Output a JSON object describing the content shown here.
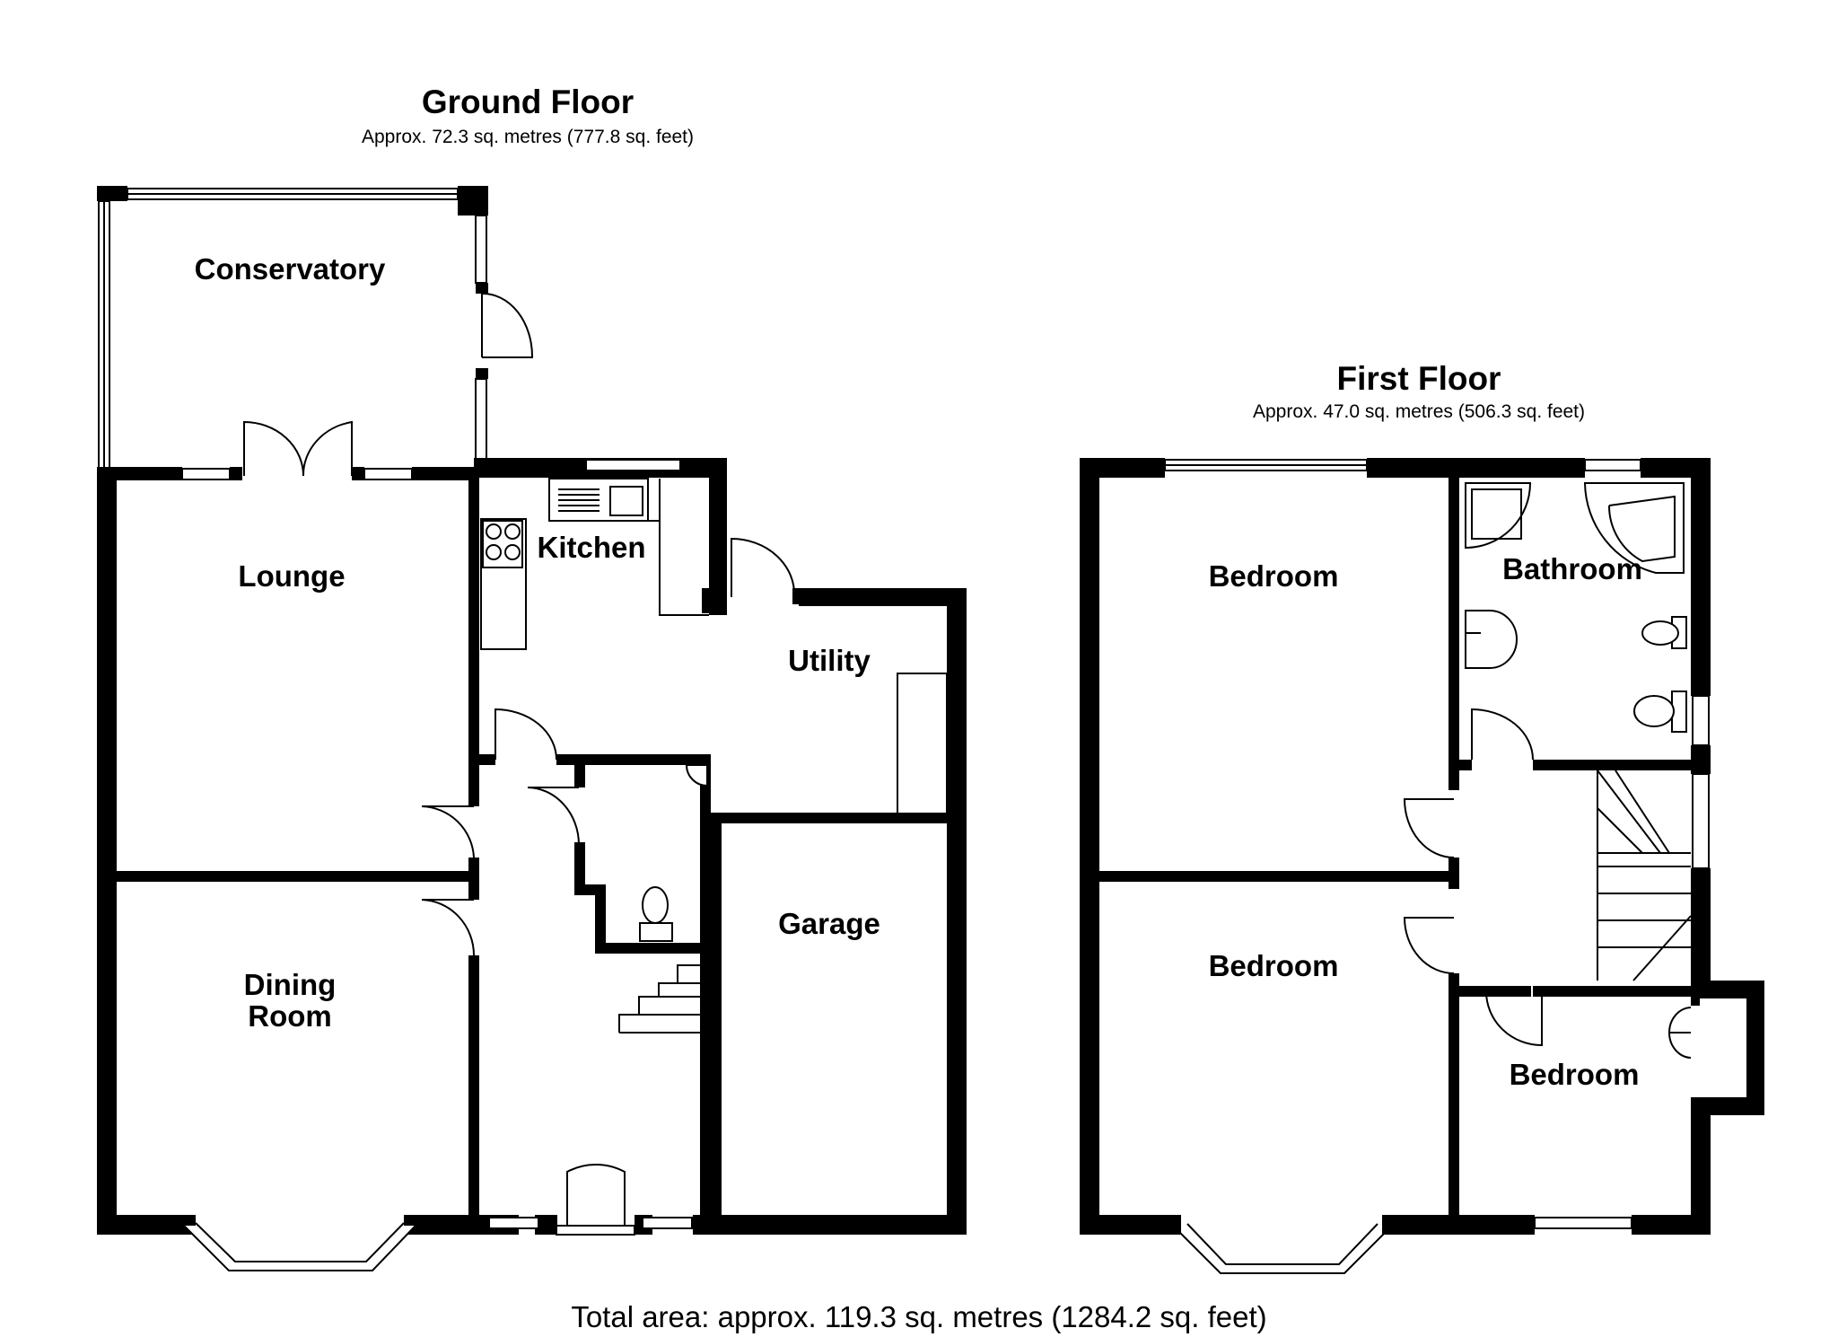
{
  "ground_floor": {
    "title": "Ground Floor",
    "area": "Approx. 72.3 sq. metres (777.8 sq. feet)",
    "rooms": {
      "conservatory": "Conservatory",
      "lounge": "Lounge",
      "kitchen": "Kitchen",
      "utility": "Utility",
      "dining_line1": "Dining",
      "dining_line2": "Room",
      "garage": "Garage"
    }
  },
  "first_floor": {
    "title": "First Floor",
    "area": "Approx. 47.0 sq. metres (506.3 sq. feet)",
    "rooms": {
      "bedroom_1": "Bedroom",
      "bathroom": "Bathroom",
      "bedroom_2": "Bedroom",
      "bedroom_3": "Bedroom"
    }
  },
  "total_area": "Total area: approx. 119.3 sq. metres (1284.2 sq. feet)",
  "colors": {
    "wall": "#000000",
    "background": "#ffffff"
  }
}
